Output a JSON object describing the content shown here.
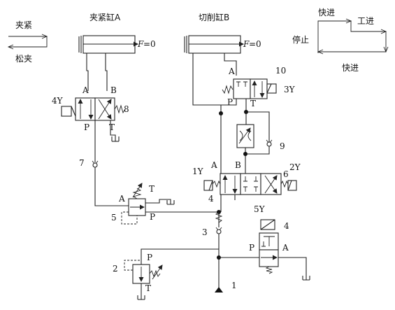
{
  "legend_left": {
    "clamp": "夹紧",
    "release": "松夹"
  },
  "legend_right": {
    "fast_forward_1": "快进",
    "work_feed": "工进",
    "stop": "停止",
    "fast_return": "快进"
  },
  "cylinders": {
    "a": {
      "title": "夹紧缸A",
      "force_symbol": "F",
      "force_value": "=0"
    },
    "b": {
      "title": "切削缸B",
      "force_symbol": "F",
      "force_value": "=0"
    }
  },
  "components": {
    "pump": "1",
    "relief_valve": "2",
    "check_valve_main": "3",
    "valve_4_left": "4",
    "valve_4_right": "4",
    "reducing_valve": "5",
    "valve_6": "6",
    "check_valve_7": "7",
    "valve_8": "8",
    "throttle_9": "9",
    "valve_10": "10"
  },
  "solenoids": {
    "y1": "1Y",
    "y2": "2Y",
    "y3": "3Y",
    "y4": "4Y",
    "y5": "5Y"
  },
  "ports": {
    "v8_A": "A",
    "v8_B": "B",
    "v8_P": "P",
    "v8_T": "T",
    "v10_A": "A",
    "v10_P": "P",
    "v10_T": "T",
    "v6_A": "A",
    "v6_B": "B",
    "v5_A": "A",
    "v5_T": "T",
    "v5_P": "P",
    "v4_P": "P",
    "v4_A": "A",
    "v2_P": "P",
    "v2_T": "T"
  }
}
